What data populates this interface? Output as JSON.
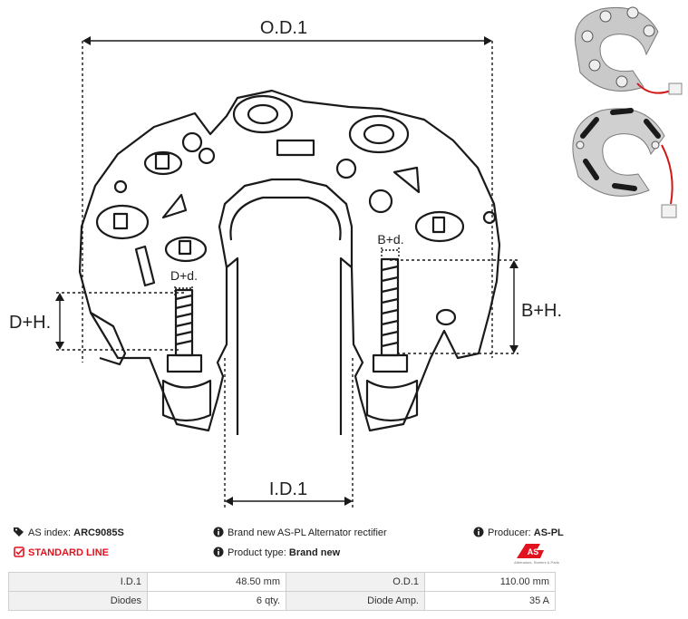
{
  "drawing": {
    "od_label": "O.D.1",
    "id_label": "I.D.1",
    "dh_label": "D+H.",
    "bh_label": "B+H.",
    "dd_label": "D+d.",
    "bd_label": "B+d."
  },
  "info": {
    "as_index_label": "AS index:",
    "as_index_value": "ARC9085S",
    "standard_line": "STANDARD LINE",
    "description": "Brand new AS-PL Alternator rectifier",
    "product_type_label": "Product type:",
    "product_type_value": "Brand new",
    "producer_label": "Producer:",
    "producer_value": "AS-PL",
    "logo_text": "AS",
    "logo_tagline": "Alternators, Starters & Parts"
  },
  "specs": [
    {
      "label1": "I.D.1",
      "value1": "48.50 mm",
      "label2": "O.D.1",
      "value2": "110.00 mm"
    },
    {
      "label1": "Diodes",
      "value1": "6 qty.",
      "label2": "Diode Amp.",
      "value2": "35 A"
    }
  ],
  "colors": {
    "accent": "#e1131e",
    "line": "#1a1a1a"
  }
}
